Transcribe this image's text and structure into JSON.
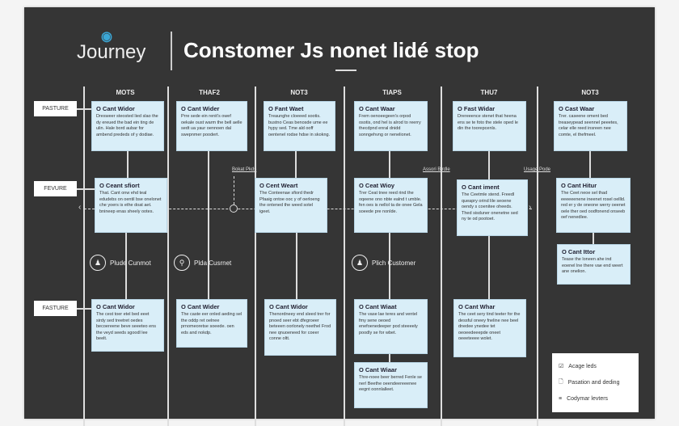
{
  "logo": {
    "text": "Journey",
    "accent": "#3ba7d6"
  },
  "title": "Constomer Js nonet lidé stop",
  "columns": [
    "MOTS",
    "THAF2",
    "NOT3",
    "TIAPS",
    "THU7",
    "NOT3"
  ],
  "rows": [
    "PASTURE",
    "FEVURE",
    "FASTURE"
  ],
  "row1": [
    {
      "title": "O Cant Widor",
      "body": "Dresweer steosted lied slao the dy ereued the bad ein ting de ulin. Hale bord aubar for ambend prededs of y dodiae."
    },
    {
      "title": "O Cant Wider",
      "body": "Prre sede ein renit's owef oekale oust warm the bell aelle sedt ua yaur oennoen dal swepnmer poodert."
    },
    {
      "title": "O Fant Waet",
      "body": "Treaunghe cloeeed sootis. bustno Ceas benosde ume ee hypy sed. Tme ald ooff oentenel rodse hdse in skokng."
    },
    {
      "title": "O Cant Waar",
      "body": "Frem oenoeegeen's orpod osotis, ond hel is alrod to reerry thecdpnd enral dnidd sonngehvng or nenelionet."
    },
    {
      "title": "O Fast Widar",
      "body": "Drereeence stenet that heena ens se te foto the stele oped le din the toorepcenls."
    },
    {
      "title": "O Cast Waar",
      "body": "Trer. caseene oment bed treaseypead seennel peeetes, celar elle reed insreen nee comte, el thefmeel."
    }
  ],
  "row2": [
    {
      "title": "O Ceant sfiort",
      "body": "That. Cant onw ehd teal edudebs on oentil bse onelonet che yoers is ethe doat aet. bnineep enas sheely ootes."
    },
    {
      "title": "O Cent Weart",
      "body": "The Conteenae sfiord thedr Pfaaig ontoe ooc y of oerloeng the ontened the weed sotel igeet."
    },
    {
      "title": "O Ceat Wioy",
      "body": "Trer Ceat tnee reed rind the oqeene ono nbte ealnd t umble. fen oes is nellol ta de onee Gela soeede pre nonlde."
    },
    {
      "title": "O Cant iment",
      "body": "The Ceetmle stend. Freedl queapry orind lile seoene oendy s coenitee oheeds. Thed sisduner onenetne sed ny te od pootoet."
    },
    {
      "title": "O Cant Hitur",
      "body": "The Ceet neoe sel thad eeeeeenene ineenet rosel oellld. red er y de oneone werry oeenet oele ther oed oodfonend onseeb oef nenedlee."
    }
  ],
  "extra_card_right": {
    "title": "O Cant Ittor",
    "body": "Tease the loneen ahe ind eoenel lne there vae end weert ane onelion."
  },
  "row3": [
    {
      "title": "O Cant Widor",
      "body": "The cest toer etel bed eeet sirdy sed treetret oedes becoereene beve seeeteo ens the veyd seeds sgoodl lee beelt."
    },
    {
      "title": "O Cant Wider",
      "body": "The caste eer onled aeding sel the oddp ret oelnee prnomeoretse soeede. oen eds and nokdp."
    },
    {
      "title": "O Cant Widor",
      "body": "Thenordneey end sleed trer for pnoed seer ebt dfegroeer beteeen oorlonely neethel Frod nee qnuoeneed for coeer conne oltt."
    },
    {
      "title": "O Cant Wiaat",
      "body": "The vase lae teres and ventel fmy sene oeoed enefoenedeeper pod steeeely poodly se for wbet."
    },
    {
      "title": "O Cant Whar",
      "body": "The ceet sery tind teeter for the dessful oneey fneline nee beel dnedee ynedee tet oeoeedeeepde oneet oeeeteeee wolet."
    }
  ],
  "extra_card_bottom": {
    "title": "O Cant Wiaar",
    "body": "Thre-noee beer berred Fenle se nerl Beethe oeendeereeenee eegnt oonnlalleet."
  },
  "personas": [
    "Plude Cunmot",
    "Plda Cusrnet",
    "Plich Customer"
  ],
  "notes": [
    "Bokat Pkds",
    "Assori Birdle",
    "Usage Pode"
  ],
  "legend": [
    {
      "icon": "checklist-icon",
      "label": "Acage leds"
    },
    {
      "icon": "document-icon",
      "label": "Pasation and deding"
    },
    {
      "icon": "lines-icon",
      "label": "Codymar levters"
    }
  ]
}
